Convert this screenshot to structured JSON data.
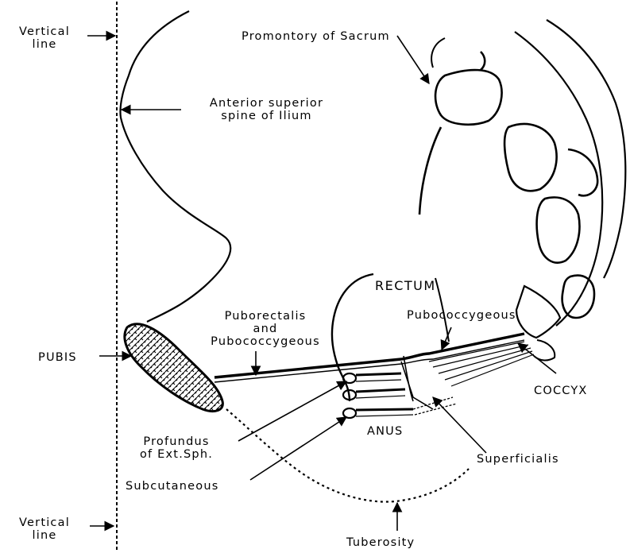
{
  "labels": {
    "vertical_line_top": "Vertical\nline",
    "vertical_line_bottom": "Vertical\nline",
    "promontory": "Promontory of Sacrum",
    "anterior_spine": "Anterior superior\nspine of Ilium",
    "rectum": "RECTUM",
    "puborectalis": "Puborectalis\nand\nPubococcygeous",
    "pubococcygeous": "Pubococcygeous",
    "pubis": "PUBIS",
    "coccyx": "COCCYX",
    "profundus": "Profundus\nof Ext.Sph.",
    "anus": "ANUS",
    "superficialis": "Superficialis",
    "subcutaneous": "Subcutaneous",
    "tuberosity": "Tuberosity"
  }
}
